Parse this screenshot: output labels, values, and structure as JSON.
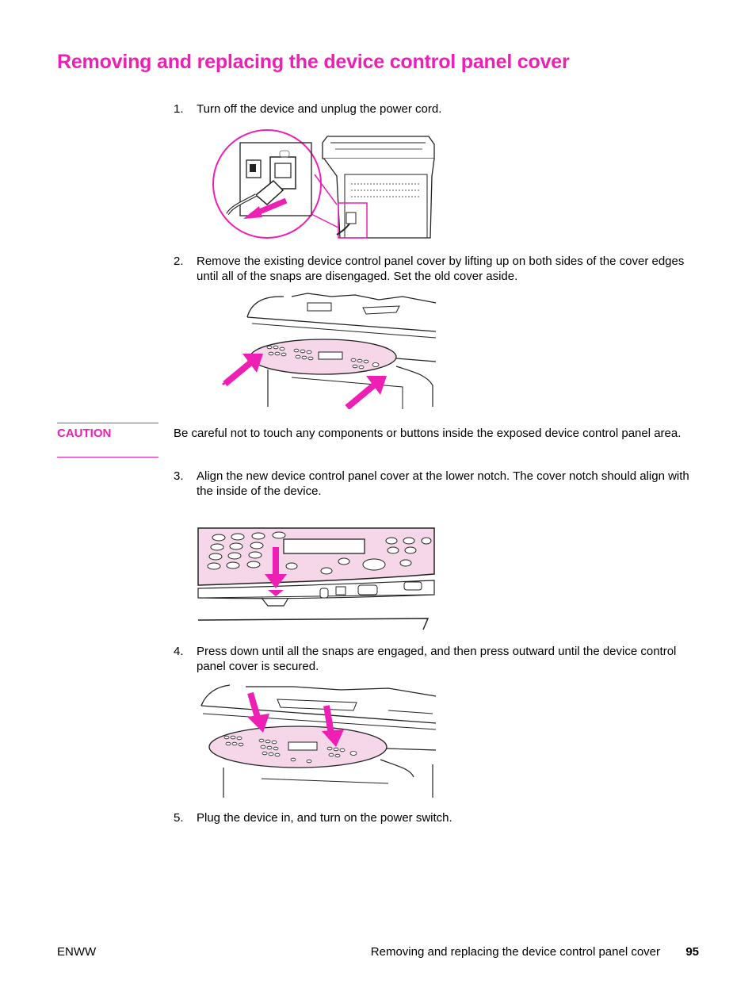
{
  "page": {
    "title": "Removing and replacing the device control panel cover"
  },
  "steps": [
    {
      "number": "1.",
      "text": "Turn off the device and unplug the power cord."
    },
    {
      "number": "2.",
      "text": "Remove the existing device control panel cover by lifting up on both sides of the cover edges until all of the snaps are disengaged. Set the old cover aside."
    },
    {
      "number": "3.",
      "text": "Align the new device control panel cover at the lower notch. The cover notch should align with the inside of the device."
    },
    {
      "number": "4.",
      "text": "Press down until all the snaps are engaged, and then press outward until the device control panel cover is secured."
    },
    {
      "number": "5.",
      "text": "Plug the device in, and turn on the power switch."
    }
  ],
  "caution": {
    "label": "CAUTION",
    "text": "Be careful not to touch any components or buttons inside the exposed device control panel area."
  },
  "footer": {
    "left": "ENWW",
    "section_title": "Removing and replacing the device control panel cover",
    "page_number": "95"
  },
  "colors": {
    "accent": "#ee1fb4",
    "panel_fill": "#f6d7ea",
    "line": "#222222"
  }
}
